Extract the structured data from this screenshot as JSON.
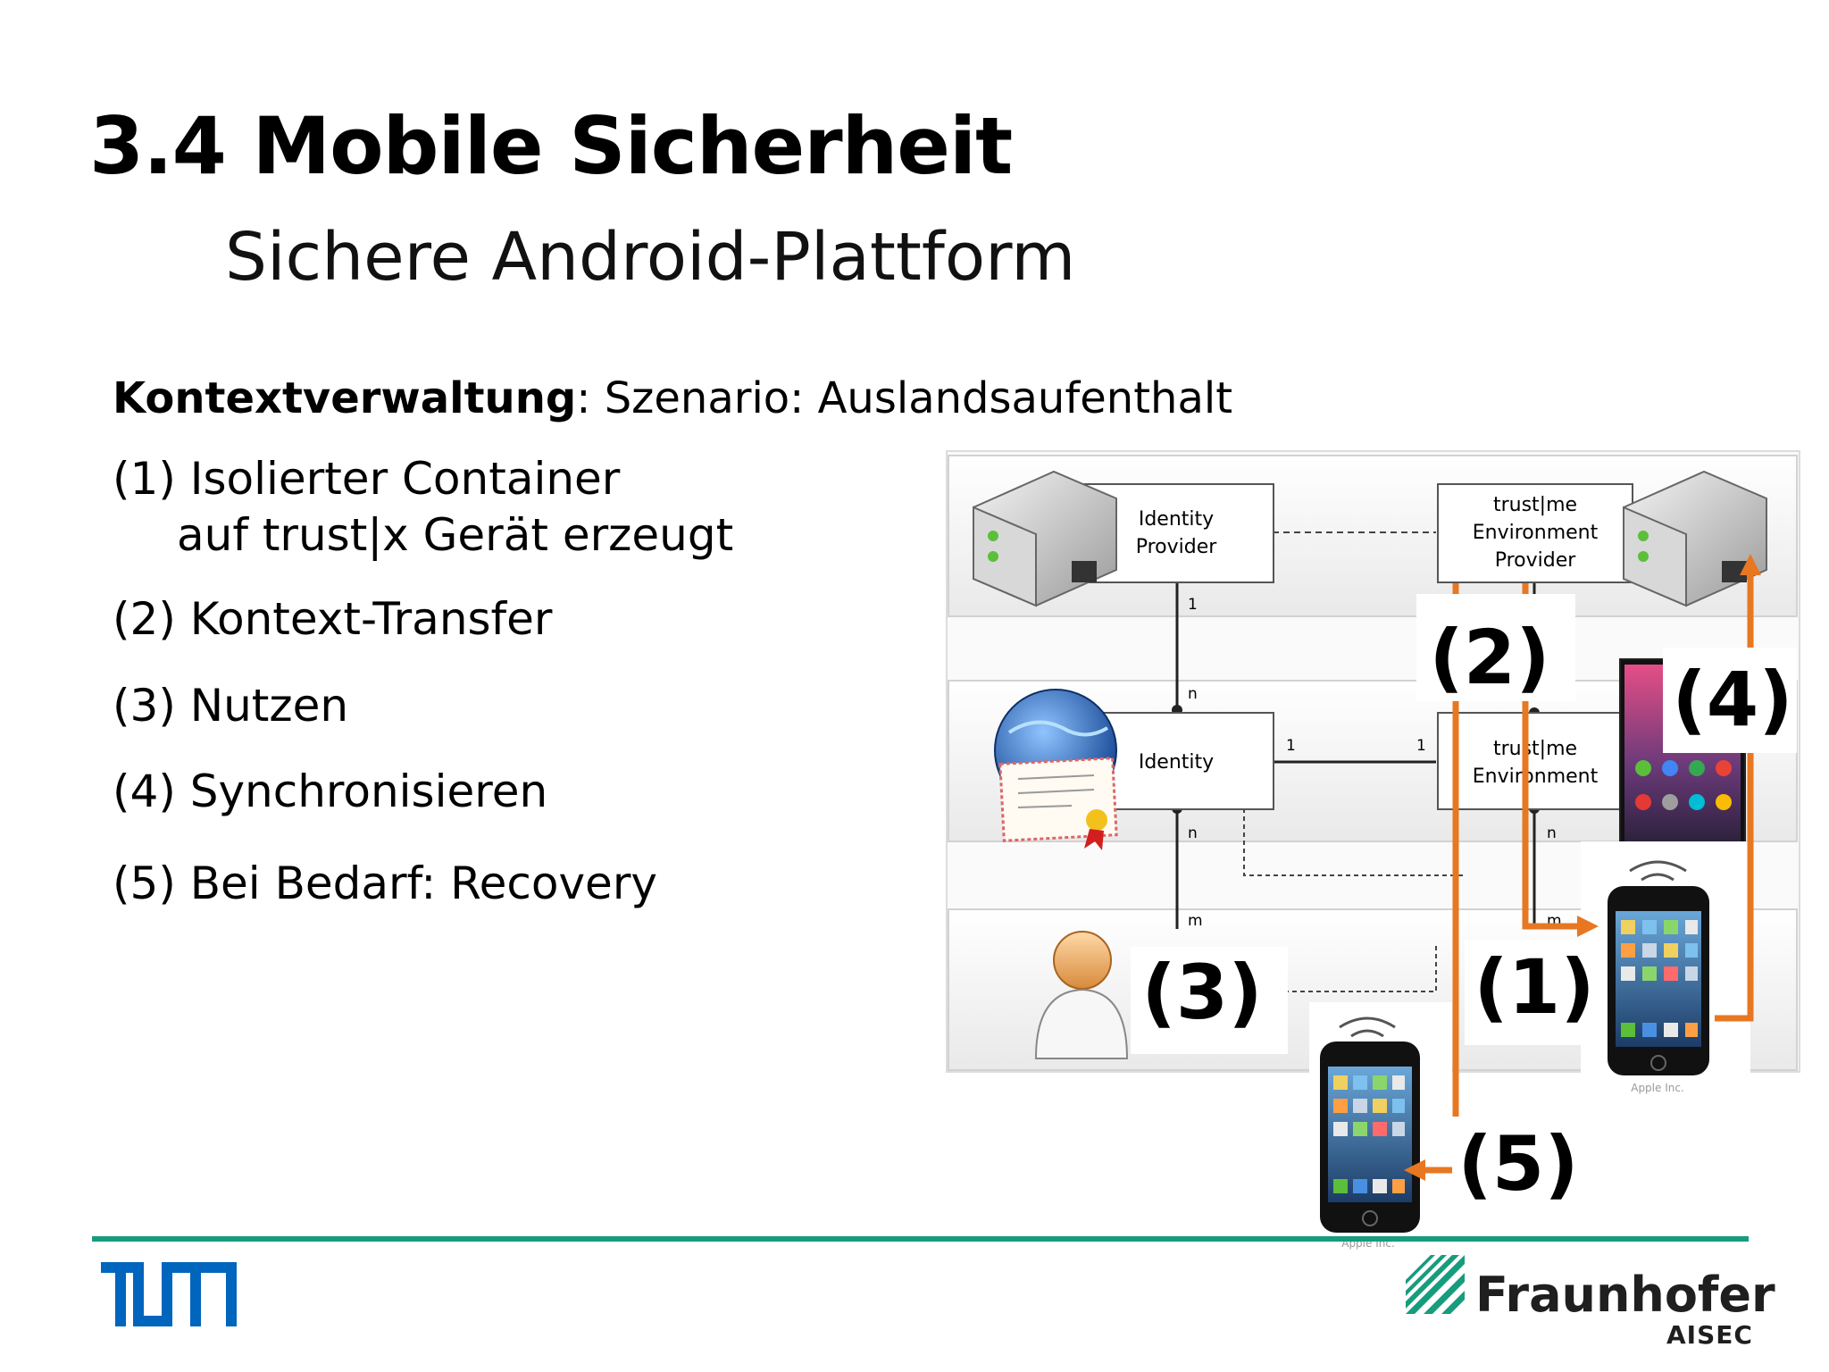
{
  "slide": {
    "title": "3.4 Mobile Sicherheit",
    "subtitle": "Sichere Android-Plattform",
    "context_bold": "Kontextverwaltung",
    "context_rest": ": Szenario: Auslandsaufenthalt",
    "items": [
      "(1) Isolierter Container",
      "auf trust|x Gerät erzeugt",
      "(2) Kontext-Transfer",
      "(3) Nutzen",
      "(4) Synchronisieren",
      "(5) Bei Bedarf: Recovery"
    ]
  },
  "diagram": {
    "box_identity_provider": [
      "Identity",
      "Provider"
    ],
    "box_trustme_env_provider": [
      "trust|me",
      "Environment",
      "Provider"
    ],
    "box_identity": "Identity",
    "box_trustme_env": [
      "trust|me",
      "Environment"
    ],
    "mult_1_top": "1",
    "mult_n_mid": "n",
    "mult_1_left": "1",
    "mult_1_right": "1",
    "mult_n_left": "n",
    "mult_n_right": "n",
    "mult_m_left": "m",
    "mult_m_right": "m",
    "step_labels": [
      "(1)",
      "(2)",
      "(3)",
      "(4)",
      "(5)"
    ],
    "arrow_color": "#e87722",
    "phone_caption": "Apple Inc."
  },
  "footer": {
    "fraunhofer": "Fraunhofer",
    "aisec": "AISEC",
    "line_color": "#179c7d",
    "tum_color": "#0065bd"
  }
}
